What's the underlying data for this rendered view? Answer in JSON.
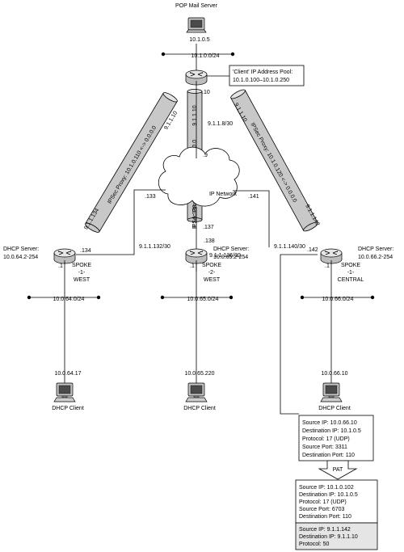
{
  "hub": {
    "server_title": "POP Mail Server",
    "server_ip": "10.1.0.5",
    "lan_subnet": "10.1.0.0/24",
    "pool_title": "'Client' IP Address Pool:",
    "pool_range": "10.1.0.100–10.1.0.250",
    "router_host": ".10",
    "link_subnet": "9.1.1.8/30",
    "link_router_end": ".9"
  },
  "cloud": {
    "label": "IP Network"
  },
  "tunnels": {
    "left_label": "IPSec Proxy: 10.1.0.110 <-> 0.0.0.0",
    "left_top": "9.1.1.10",
    "left_bottom": "9.1.1.134",
    "center_label": "IPSec Proxy: 10.1.0.111 <-> 0.0.0.0",
    "center_top": "9.1.1.10",
    "center_bottom": "9.1.1.138",
    "right_label": "IPSec Proxy: 10.1.0.120 <-> 0.0.0.0",
    "right_top": "9.1.1.10",
    "right_bottom": "9.1.1.142"
  },
  "spokes": [
    {
      "name": [
        "SPOKE",
        "-1-",
        "WEST"
      ],
      "dhcp_title": "DHCP Server:",
      "dhcp_range": "10.0.64.2-254",
      "wan_cloud_host": ".133",
      "wan_subnet": "9.1.1.132/30",
      "wan_router_host": ".134",
      "lan_host": ".1",
      "lan_subnet": "10.0.64.0/24",
      "client_ip": "10.0.64.17",
      "client_label": "DHCP Client"
    },
    {
      "name": [
        "SPOKE",
        "-2-",
        "WEST"
      ],
      "dhcp_title": "DHCP Server:",
      "dhcp_range": "10.0.65.2-254",
      "wan_cloud_host": ".137",
      "wan_subnet": "9.1.1.136/30",
      "wan_router_host": ".138",
      "lan_host": ".1",
      "lan_subnet": "10.0.65.0/24",
      "client_ip": "10.0.65.220",
      "client_label": "DHCP Client"
    },
    {
      "name": [
        "SPOKE",
        "-1-",
        "CENTRAL"
      ],
      "dhcp_title": "DHCP Server:",
      "dhcp_range": "10.0.66.2-254",
      "wan_cloud_host": ".141",
      "wan_subnet": "9.1.1.140/30",
      "wan_router_host": ".142",
      "lan_host": ".1",
      "lan_subnet": "10.0.66.0/24",
      "client_ip": "10.0.66.10",
      "client_label": "DHCP Client"
    }
  ],
  "pat_label": "PAT",
  "packets": {
    "original": [
      "Source IP: 10.0.66.10",
      "Destination IP: 10.1.0.5",
      "Protocol: 17 (UDP)",
      "Source Port: 3311",
      "Destination Port: 110"
    ],
    "translated": [
      "Source IP: 10.1.0.102",
      "Destination IP: 10.1.0.5",
      "Protocol: 17 (UDP)",
      "Source Port: 6703",
      "Destination Port: 110"
    ],
    "encapsulated": [
      "Source IP: 9.1.1.142",
      "Destination IP: 9.1.1.10",
      "Protocol: 50"
    ]
  },
  "colors": {
    "tunnel_fill": "#c8c8c8",
    "router_fill": "#bdbdbd",
    "router_top": "#e6e6e6",
    "shaded_box": "#e5e5e5",
    "line": "#000000"
  }
}
